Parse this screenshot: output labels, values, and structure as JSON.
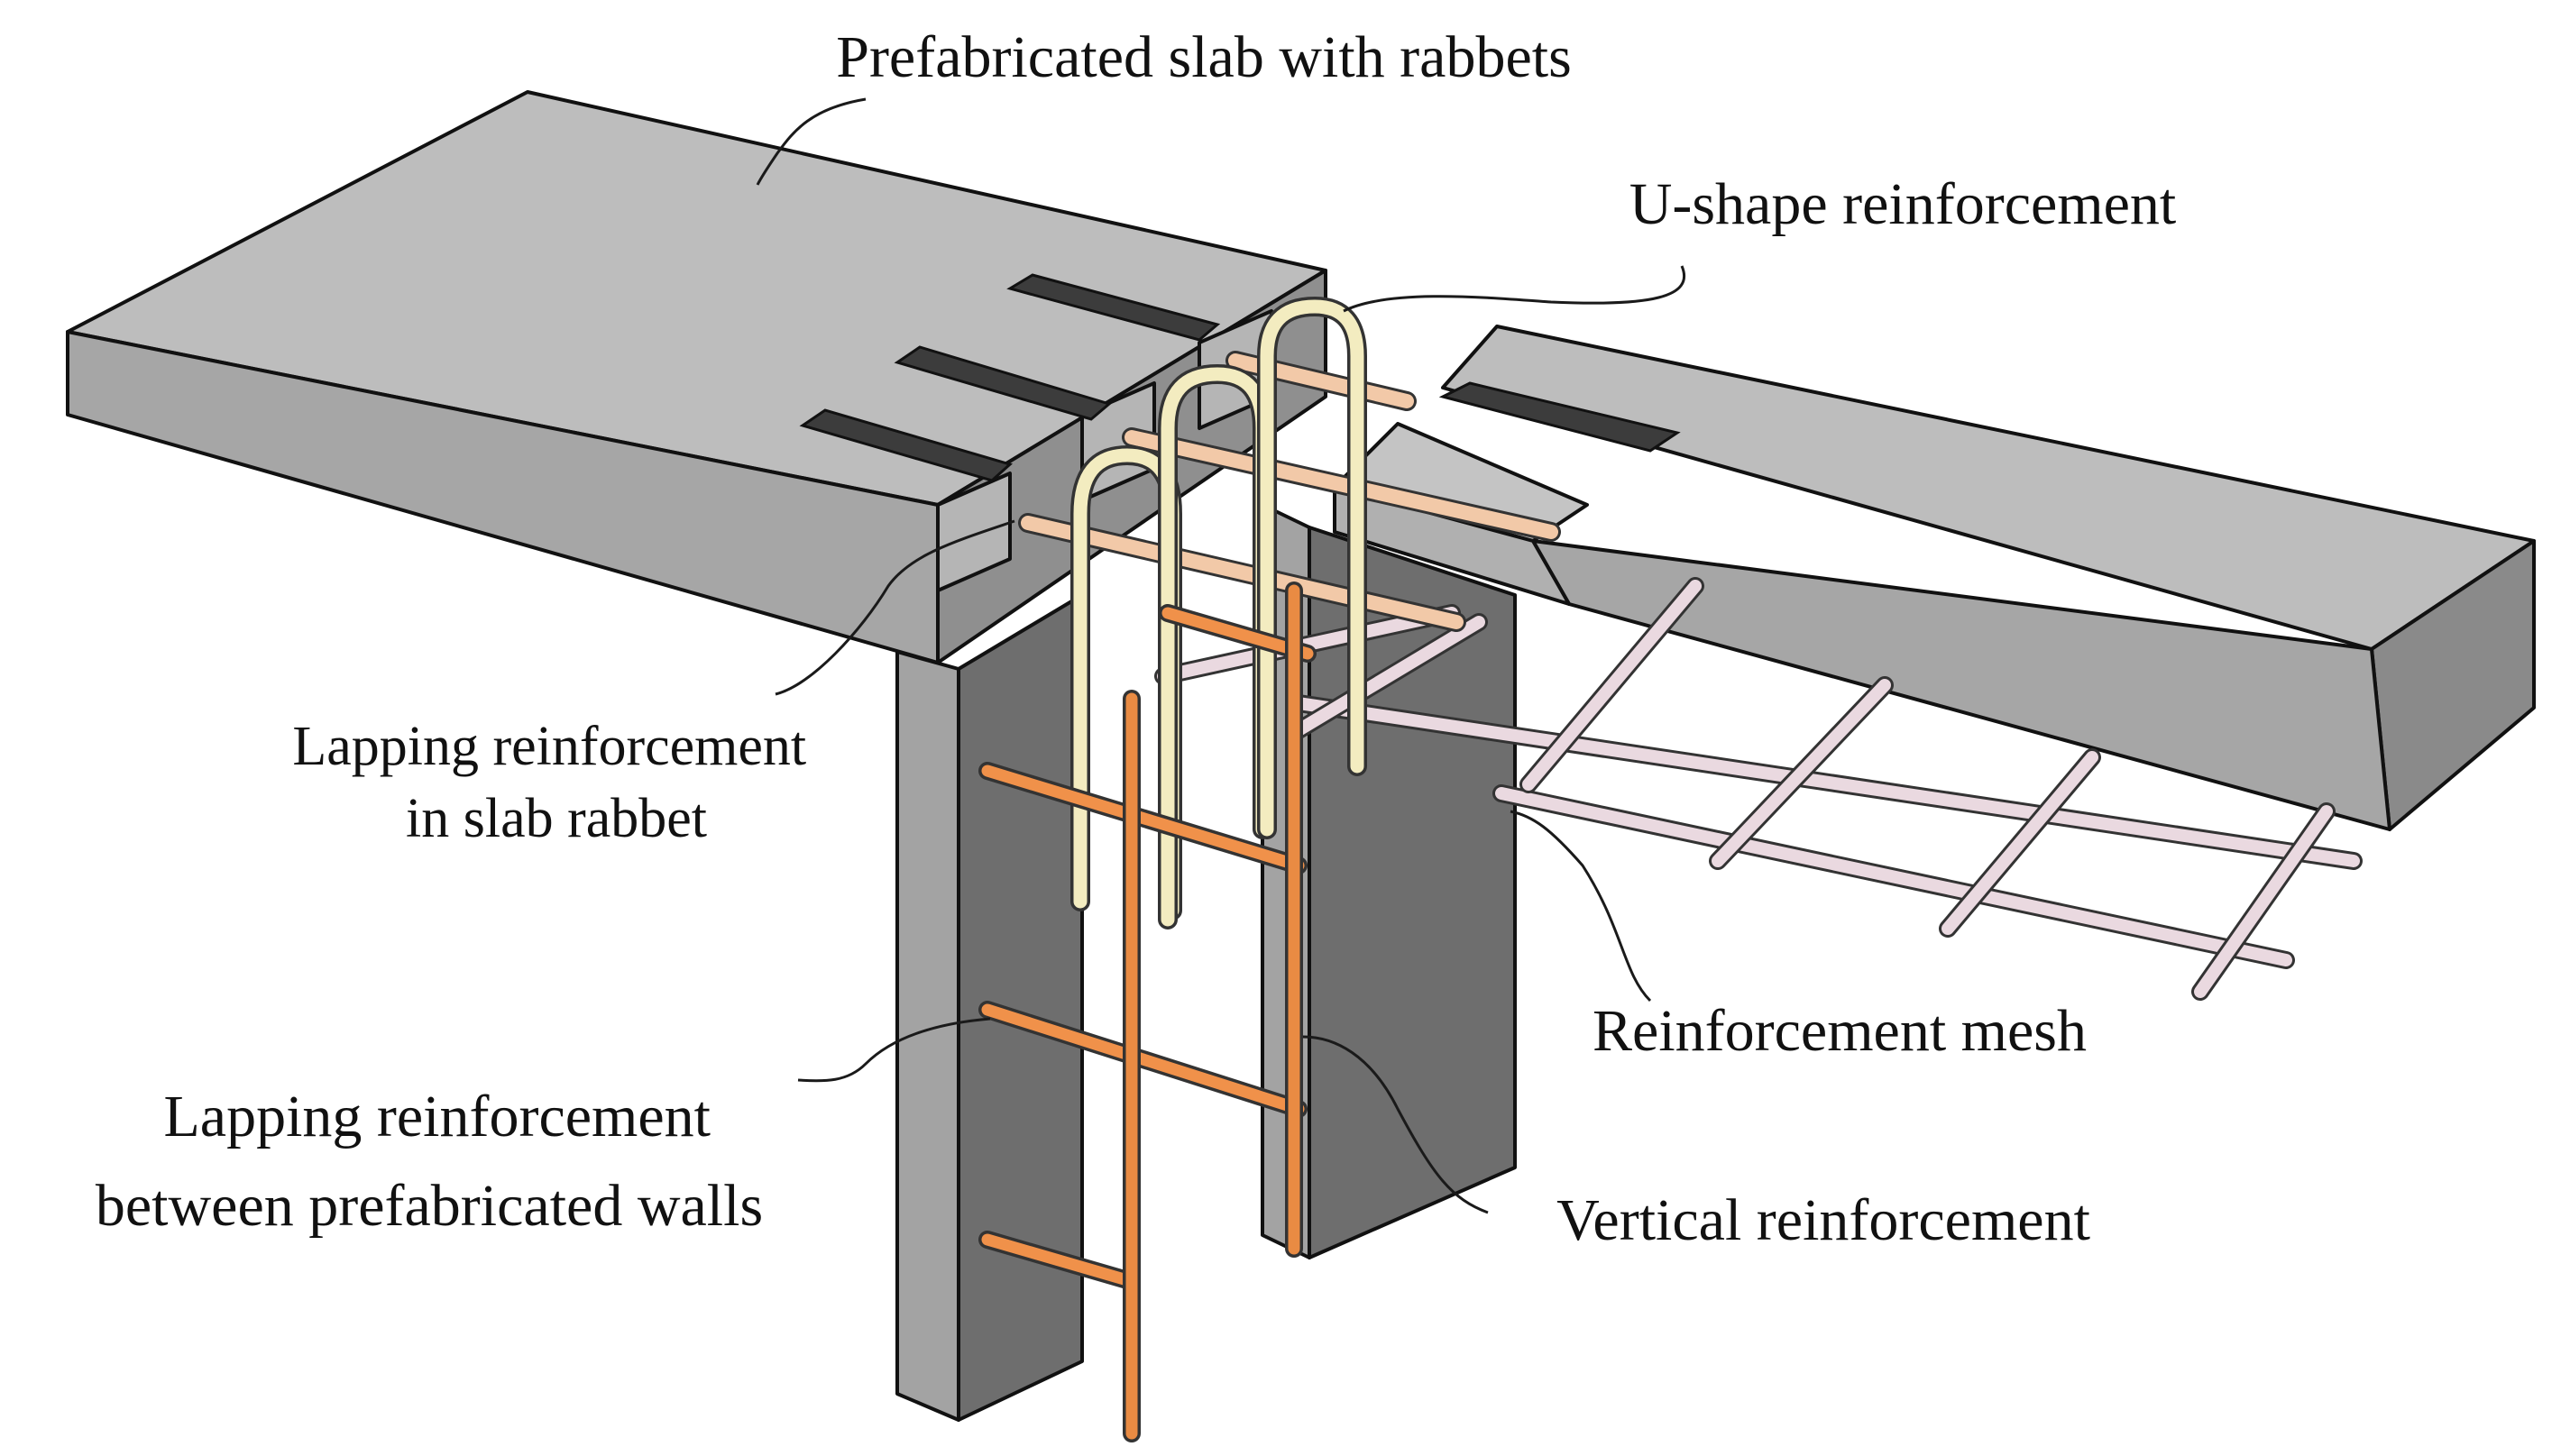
{
  "labels": {
    "slab": "Prefabricated slab with rabbets",
    "u_shape": "U-shape reinforcement",
    "lapping_slab": [
      "Lapping reinforcement",
      "in slab rabbet"
    ],
    "lapping_walls": [
      "Lapping reinforcement",
      "between prefabricated walls"
    ],
    "mesh": "Reinforcement mesh",
    "vertical": "Vertical reinforcement"
  },
  "colors": {
    "concrete_top": "#bdbdbd",
    "concrete_front": "#a6a6a6",
    "concrete_side": "#8a8a8a",
    "wall_dark": "#6e6e6e",
    "rabbet_slot": "#3c3c3c",
    "u_bar": "#f3ecc0",
    "lap_slab_bar": "#f2c9a8",
    "mesh_bar": "#ead9e0",
    "lap_wall_bar": "#f0914a",
    "vertical_bar": "#e98b43",
    "outline": "#111111"
  }
}
